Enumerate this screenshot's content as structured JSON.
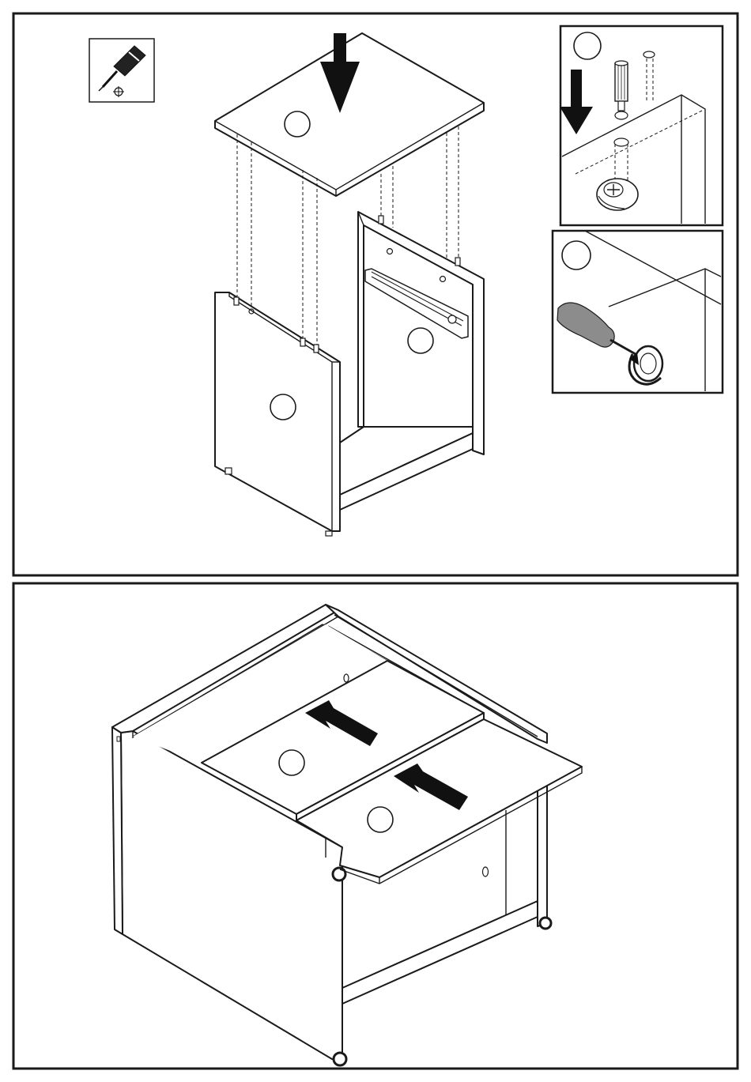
{
  "document": {
    "type": "assembly-instructions",
    "panels": [
      {
        "id": "step-attach-top",
        "tool": "phillips-screwdriver-icon",
        "callouts": [
          {
            "part": "top-panel",
            "label": ""
          },
          {
            "part": "side-panel-left",
            "label": ""
          },
          {
            "part": "side-panel-right",
            "label": ""
          }
        ],
        "insets": [
          {
            "id": "inset-cam-dowel",
            "label": ""
          },
          {
            "id": "inset-tighten-cam",
            "label": ""
          }
        ]
      },
      {
        "id": "step-insert-bottom-panels",
        "callouts": [
          {
            "part": "panel-back",
            "label": ""
          },
          {
            "part": "panel-front",
            "label": ""
          }
        ]
      }
    ],
    "colors": {
      "line": "#1a1a1a",
      "background": "#ffffff",
      "handle": "#8c8c8c",
      "arrow": "#111111"
    }
  }
}
